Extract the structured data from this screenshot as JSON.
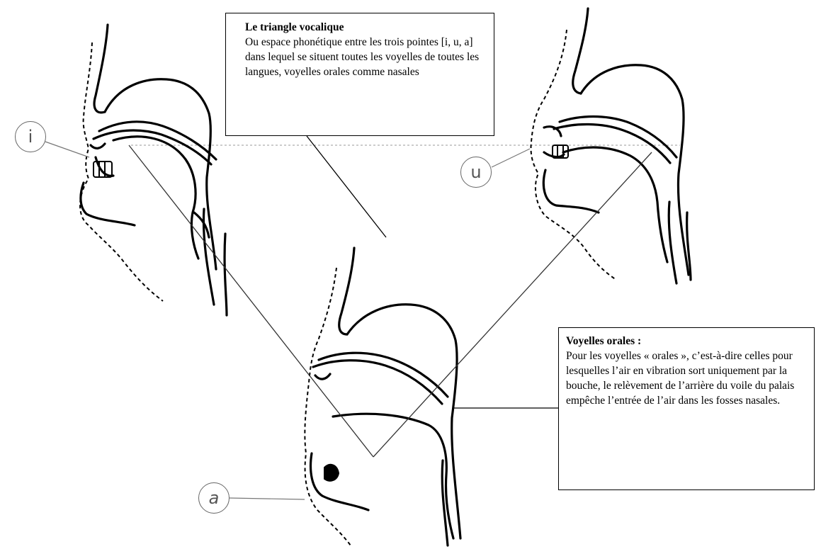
{
  "triangle_box": {
    "heading": "Le triangle vocalique",
    "body": "Ou espace phonétique entre les trois pointes [i, u, a] dans lequel se situent toutes les  voyelles de toutes les langues, voyelles orales comme nasales"
  },
  "orales_box": {
    "heading": "Voyelles orales :",
    "body": "Pour les voyelles « orales », c’est-à-dire celles pour lesquelles l’air en vibration sort uniquement par la bouche, le relèvement de l’arrière du voile du palais empêche l’entrée de l’air dans les fosses nasales."
  },
  "vowel_labels": {
    "i": "i",
    "u": "u",
    "a": "a"
  },
  "colors": {
    "stroke": "#000000",
    "label_circle": "#666666",
    "guide_line": "#999999"
  }
}
